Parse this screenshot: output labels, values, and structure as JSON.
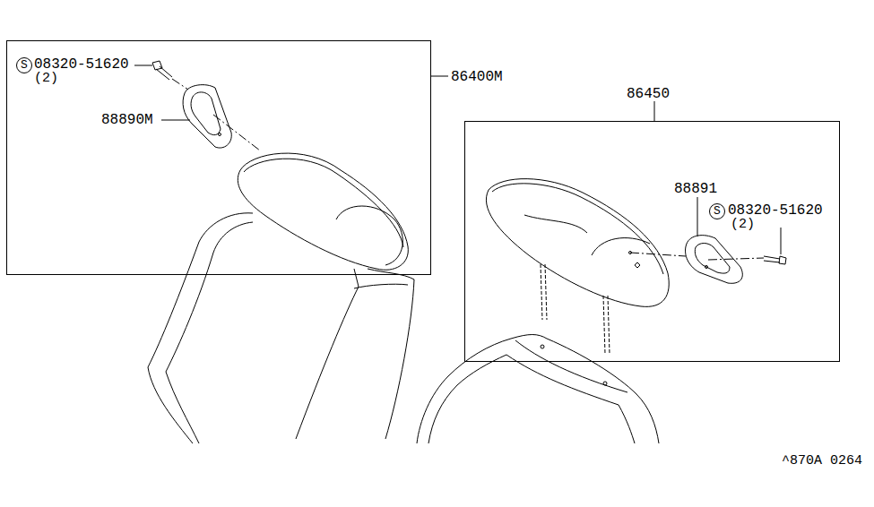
{
  "diagram": {
    "nodes": [
      {
        "text": [
          "86400M"
        ]
      },
      {
        "text": [
          "86450"
        ]
      }
    ],
    "labels": [
      "S",
      "08320-51620",
      "(2)",
      "88890M",
      "88891",
      "S",
      "08320-51620",
      "(2)",
      "^870A 0264"
    ]
  }
}
